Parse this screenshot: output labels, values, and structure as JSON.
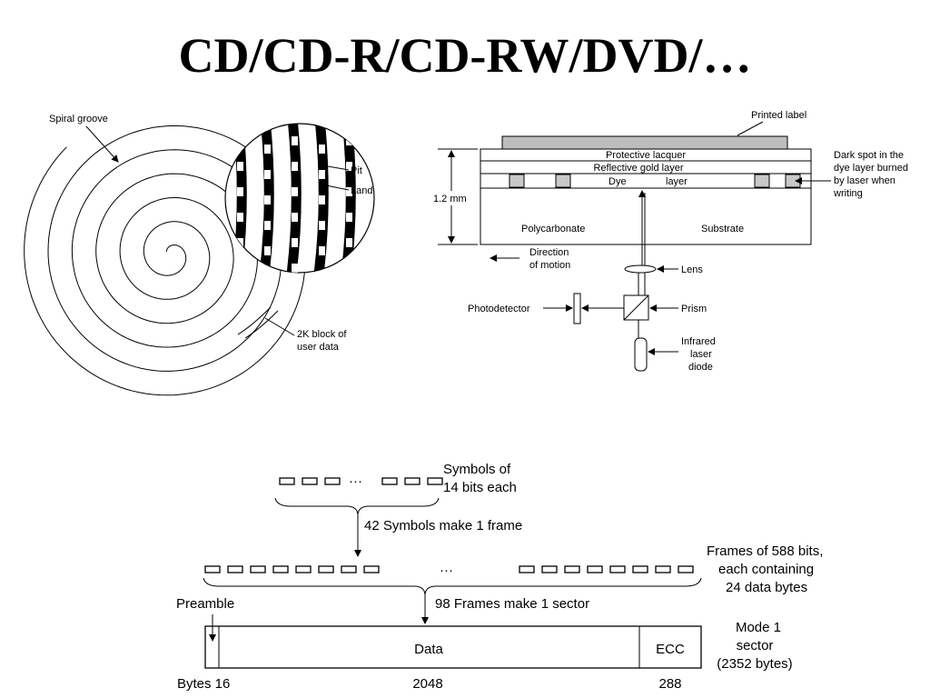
{
  "title": "CD/CD-R/CD-RW/DVD/…",
  "disk": {
    "spiral_label": "Spiral groove",
    "pit_label": "Pit",
    "land_label": "Land",
    "block_label_1": "2K block of",
    "block_label_2": "user data"
  },
  "cdr": {
    "printed_label": "Printed label",
    "protective": "Protective lacquer",
    "reflective": "Reflective gold layer",
    "dye": "Dye",
    "layer": "layer",
    "thickness": "1.2 mm",
    "polycarbonate": "Polycarbonate",
    "substrate": "Substrate",
    "direction_1": "Direction",
    "direction_2": "of motion",
    "lens": "Lens",
    "photodetector": "Photodetector",
    "prism": "Prism",
    "laser_1": "Infrared",
    "laser_2": "laser",
    "laser_3": "diode",
    "dark_1": "Dark spot in the",
    "dark_2": "dye layer burned",
    "dark_3": "by laser when",
    "dark_4": "writing"
  },
  "sector": {
    "symbols_1": "Symbols of",
    "symbols_2": "14 bits each",
    "symbols_make_frame": "42 Symbols make 1 frame",
    "frames_1": "Frames of 588 bits,",
    "frames_2": "each containing",
    "frames_3": "24 data bytes",
    "frames_make_sector": "98 Frames make 1 sector",
    "preamble": "Preamble",
    "data": "Data",
    "ecc": "ECC",
    "mode_1": "Mode 1",
    "mode_2": "sector",
    "mode_3": "(2352 bytes)",
    "bytes_label": "Bytes 16",
    "bytes_data": "2048",
    "bytes_ecc": "288",
    "ellipsis": "···"
  }
}
